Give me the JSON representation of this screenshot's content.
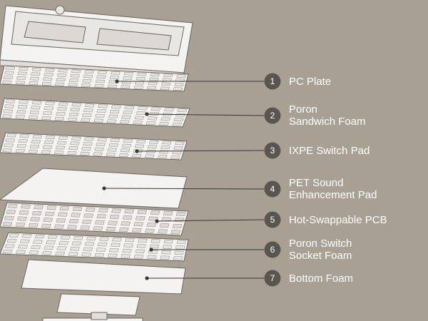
{
  "colors": {
    "background": "#a9a094",
    "layer_fill": "#f4f3f1",
    "layer_stroke": "#6b6660",
    "badge": "#5b5550",
    "leader_line": "#3a3632",
    "label_text": "#ffffff"
  },
  "layers": [
    {
      "number": "1",
      "label_lines": [
        "PC Plate"
      ]
    },
    {
      "number": "2",
      "label_lines": [
        "Poron",
        "Sandwich Foam"
      ]
    },
    {
      "number": "3",
      "label_lines": [
        "IXPE Switch Pad"
      ]
    },
    {
      "number": "4",
      "label_lines": [
        "PET Sound",
        "Enhancement Pad"
      ]
    },
    {
      "number": "5",
      "label_lines": [
        "Hot-Swappable PCB"
      ]
    },
    {
      "number": "6",
      "label_lines": [
        "Poron Switch",
        "Socket Foam"
      ]
    },
    {
      "number": "7",
      "label_lines": [
        "Bottom Foam"
      ]
    }
  ]
}
